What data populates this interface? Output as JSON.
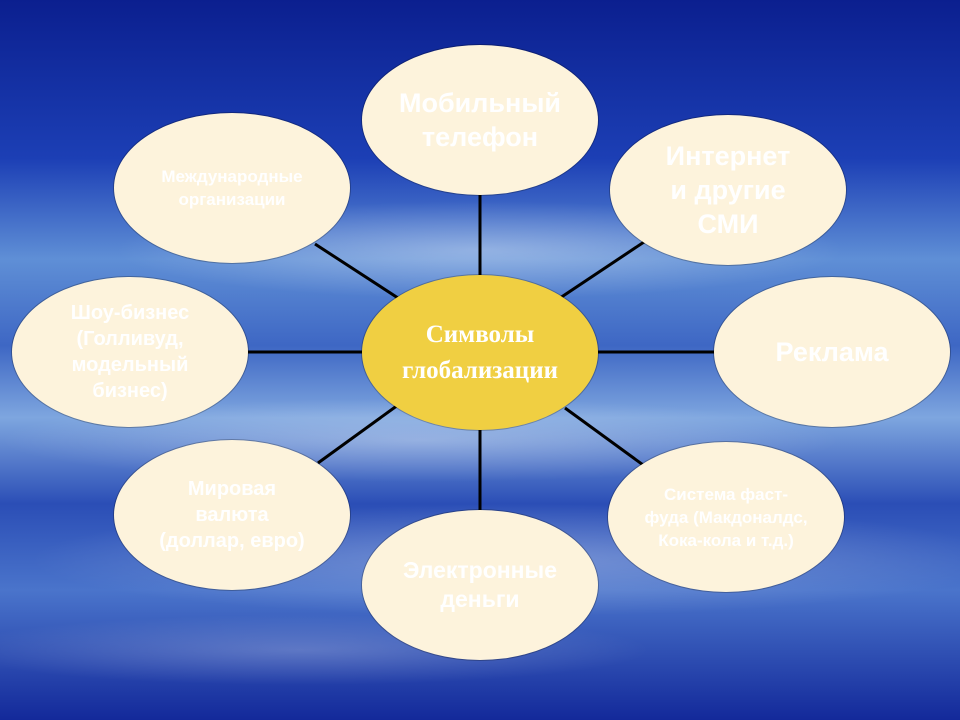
{
  "diagram": {
    "center": {
      "label": "Символы\nглобализации"
    },
    "nodes": [
      {
        "id": "mobile",
        "label": "Мобильный\nтелефон"
      },
      {
        "id": "internet",
        "label": "Интернет\nи другие\nСМИ"
      },
      {
        "id": "advertising",
        "label": "Реклама"
      },
      {
        "id": "fastfood",
        "label": "Система фаст-\nфуда (Макдоналдс,\nКока-кола и т.д.)"
      },
      {
        "id": "emoney",
        "label": "Электронные\nденьги"
      },
      {
        "id": "currency",
        "label": "Мировая\nвалюта\n(доллар, евро)"
      },
      {
        "id": "showbiz",
        "label": "Шоу-бизнес\n(Голливуд,\nмодельный\nбизнес)"
      },
      {
        "id": "intl-orgs",
        "label": "Международные\nорганизации"
      }
    ]
  },
  "colors": {
    "center_fill": "#f0cf42",
    "node_fill": "#fdf3dc",
    "text": "#ffffff",
    "connector": "#000000"
  }
}
